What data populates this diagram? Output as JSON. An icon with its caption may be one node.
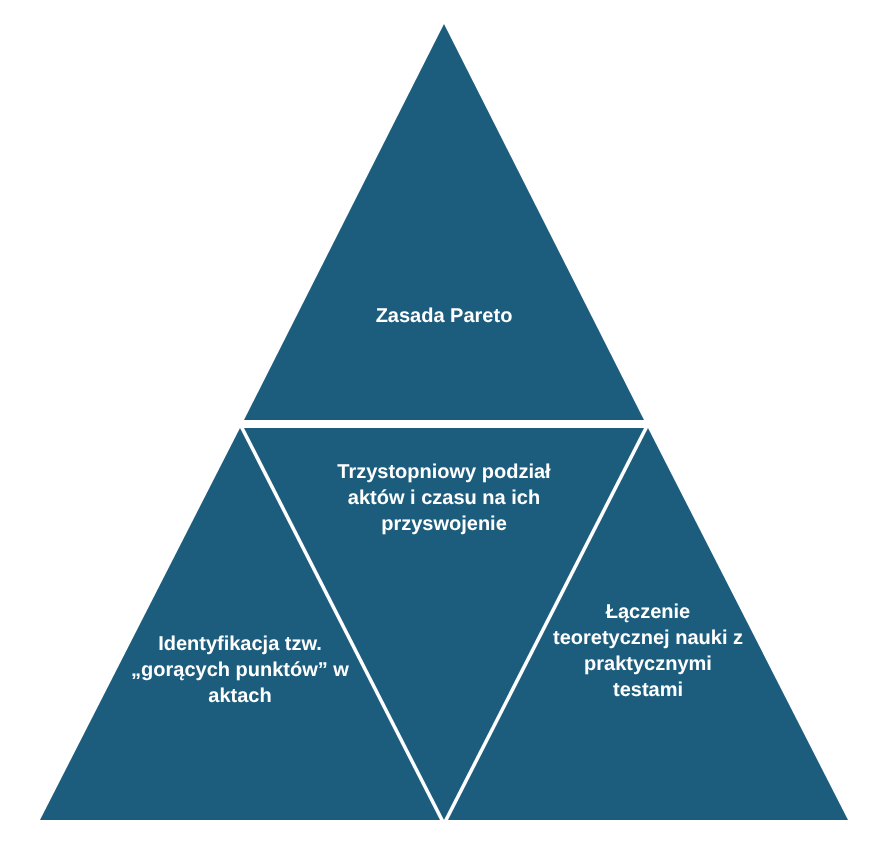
{
  "diagram": {
    "nodes": [
      {
        "text": [
          "Zasada Pareto"
        ]
      },
      {
        "text": [
          "Trzystopniowy podział aktów i czasu na ich przyswojenie"
        ]
      },
      {
        "text": [
          "Identyfikacja tzw. „gorących punktów” w aktach"
        ]
      },
      {
        "text": [
          "Łączenie teoretycznej nauki z praktycznymi testami"
        ]
      }
    ]
  }
}
